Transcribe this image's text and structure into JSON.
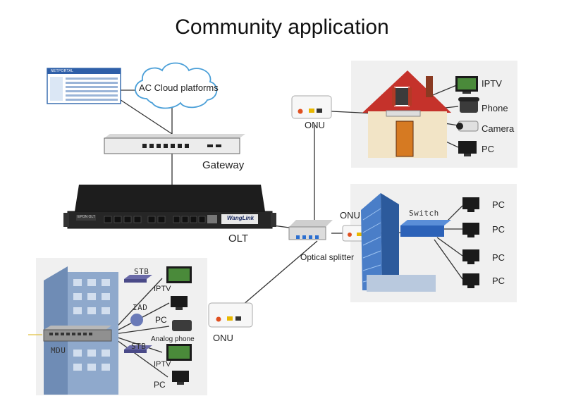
{
  "title": "Community application",
  "cloud": {
    "label": "AC Cloud platforms",
    "panel_brand": "NETPORTAL"
  },
  "gateway": {
    "label": "Gateway"
  },
  "olt": {
    "label": "OLT",
    "badge": "EPON OLT",
    "brand": "WangLink"
  },
  "splitter": {
    "label": "Optical splitter"
  },
  "onus": {
    "home": "ONU",
    "office": "ONU",
    "mdu": "ONU"
  },
  "home_devices": [
    "IPTV",
    "Phone",
    "Camera",
    "PC"
  ],
  "office": {
    "switch_label": "Switch",
    "pcs": [
      "PC",
      "PC",
      "PC",
      "PC"
    ]
  },
  "mdu": {
    "label": "MDU",
    "stb_top": "STB",
    "iptv_top": "IPTV",
    "iad": "IAD",
    "pc_mid": "PC",
    "analog_phone": "Analog phone",
    "stb_bottom": "STB",
    "iptv_bottom": "IPTV",
    "pc_bottom": "PC"
  },
  "colors": {
    "panel_bg": "#f0f0f0",
    "link": "#333333",
    "cloud_stroke": "#4a9fd8",
    "splitter_blue": "#2b6fd0"
  }
}
